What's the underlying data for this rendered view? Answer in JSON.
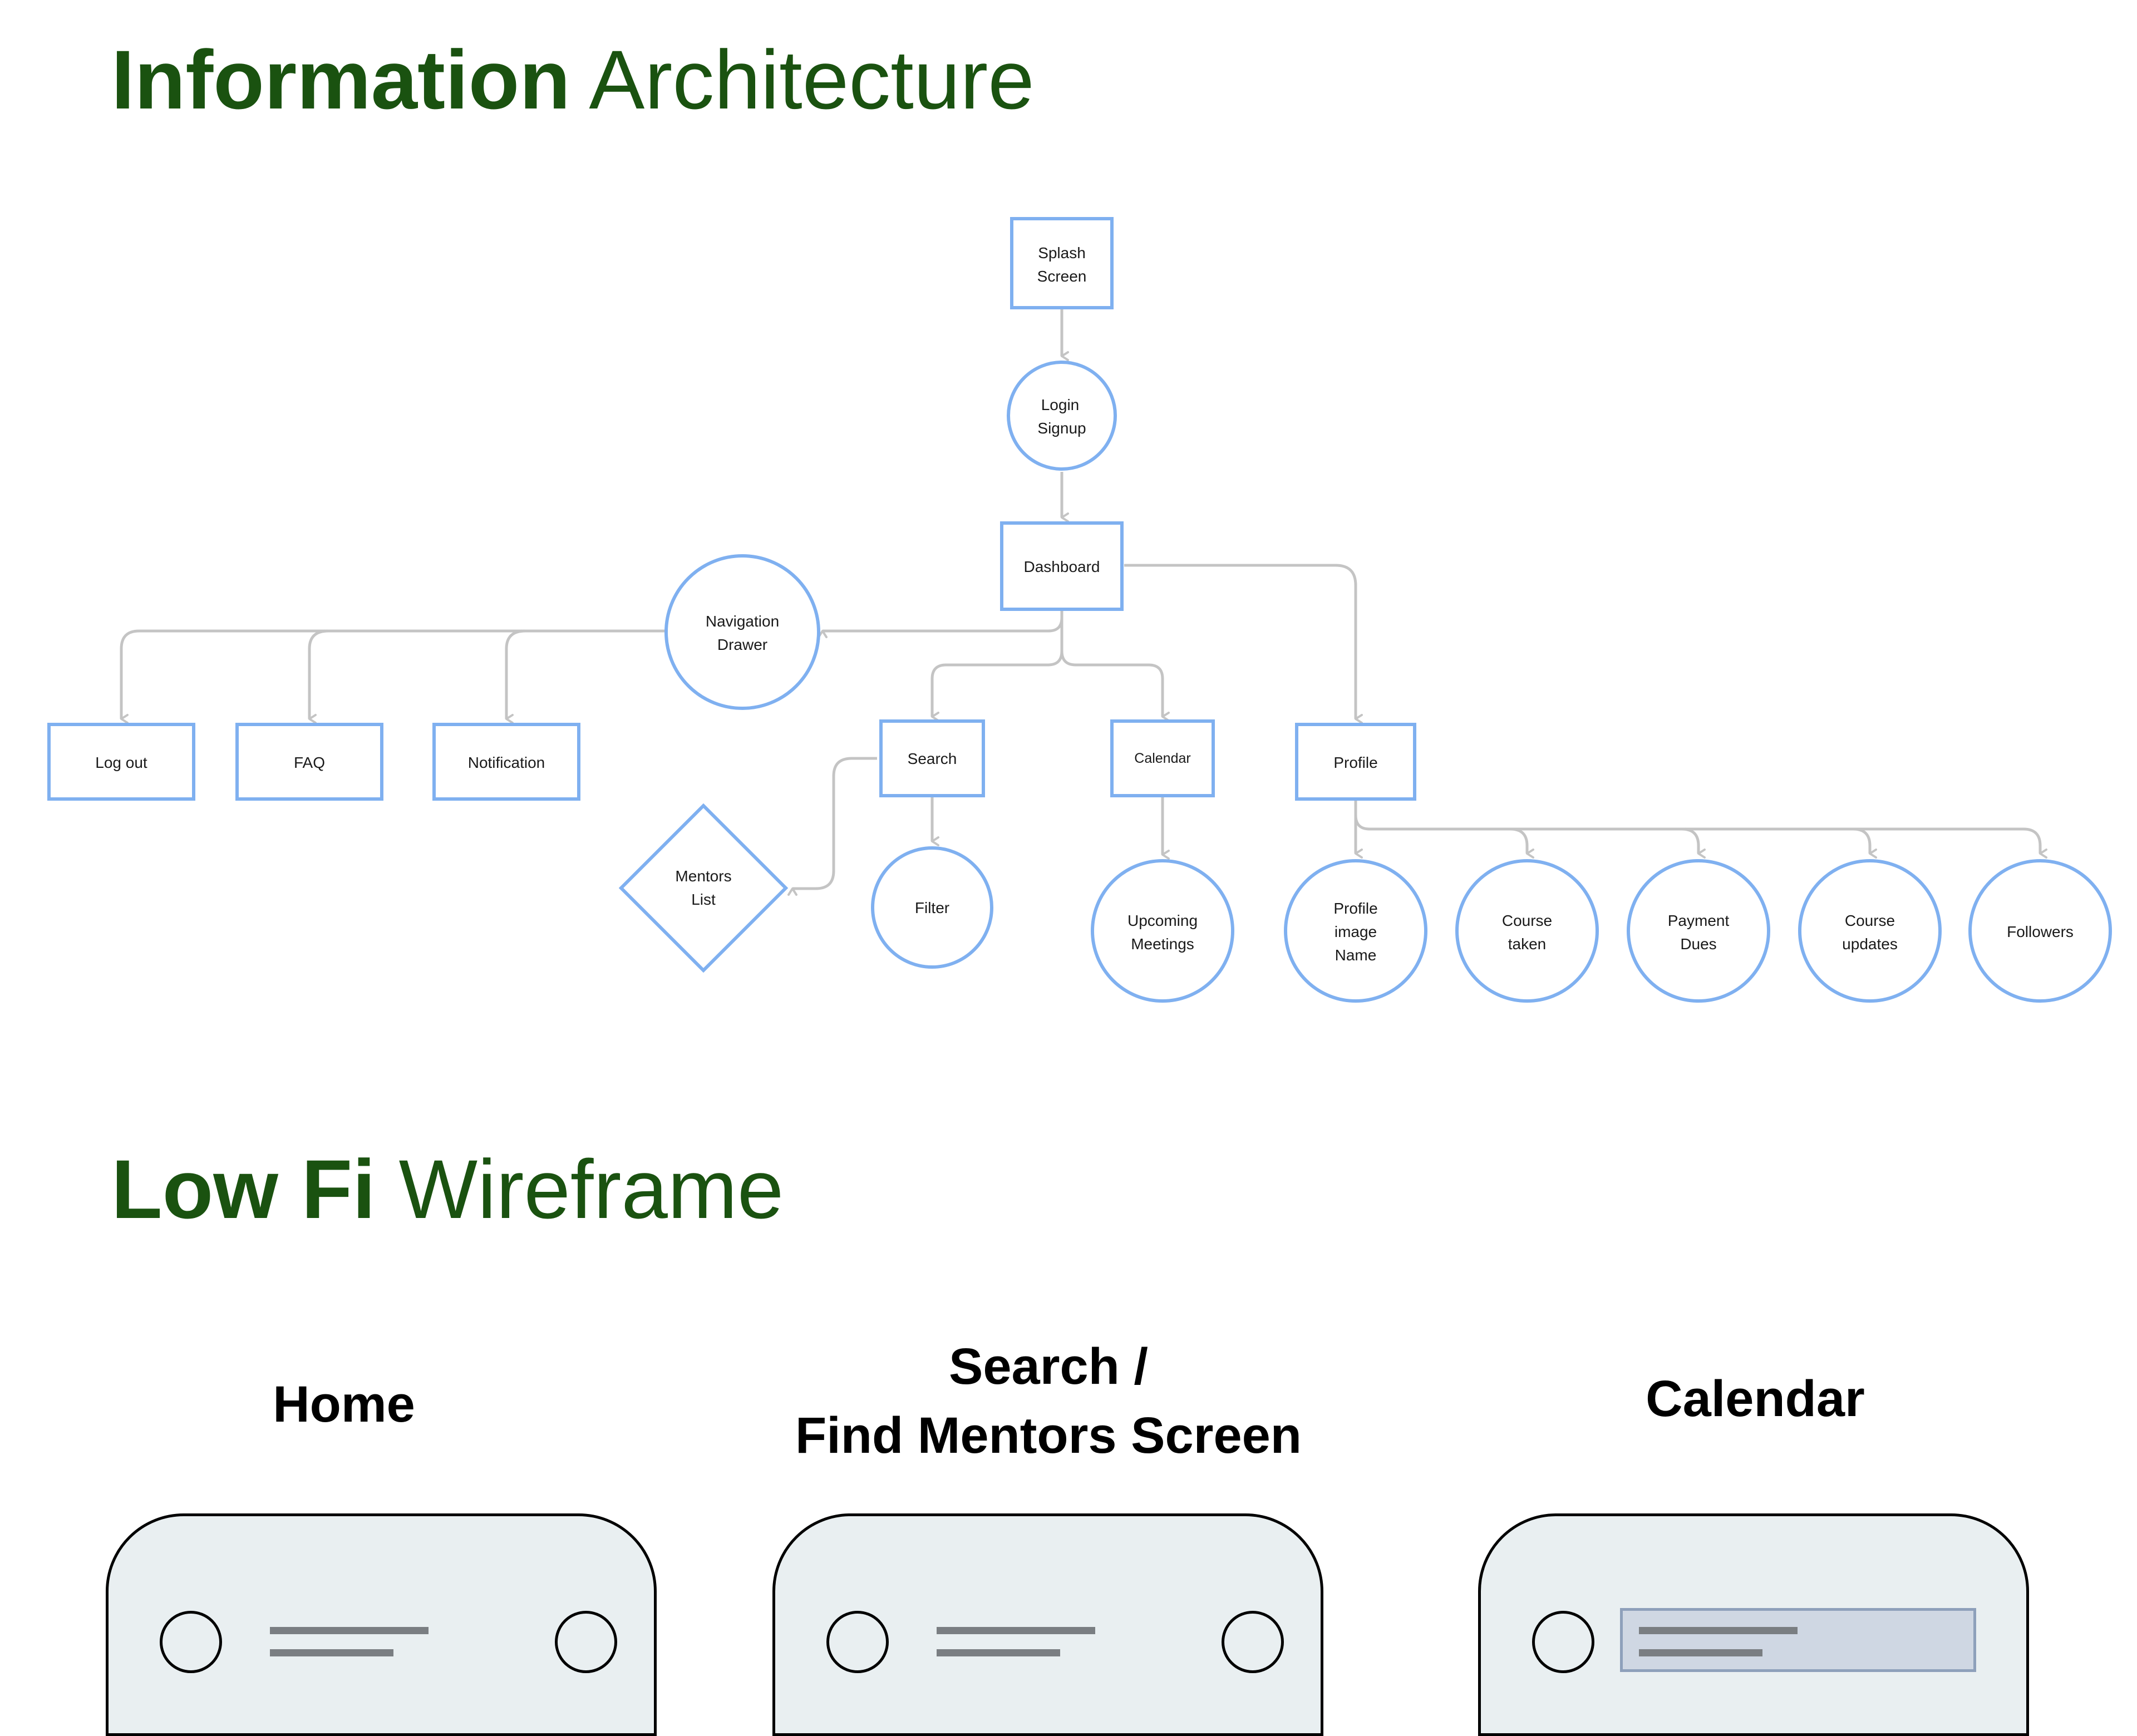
{
  "headings": {
    "ia_bold": "Information",
    "ia_rest": " Architecture",
    "lofi_bold": "Low Fi",
    "lofi_rest": " Wireframe"
  },
  "nodes": {
    "splash": [
      "Splash",
      "Screen"
    ],
    "login": [
      "Login",
      "Signup"
    ],
    "dashboard": [
      "Dashboard"
    ],
    "nav_drawer": [
      "Navigation",
      "Drawer"
    ],
    "logout": [
      "Log out"
    ],
    "faq": [
      "FAQ"
    ],
    "notification": [
      "Notification"
    ],
    "search": [
      "Search"
    ],
    "calendar": [
      "Calendar"
    ],
    "profile": [
      "Profile"
    ],
    "mentors_list": [
      "Mentors",
      "List"
    ],
    "filter": [
      "Filter"
    ],
    "upcoming_meetings": [
      "Upcoming",
      "Meetings"
    ],
    "profile_image_name": [
      "Profile",
      "image",
      "Name"
    ],
    "course_taken": [
      "Course",
      "taken"
    ],
    "payment_dues": [
      "Payment",
      "Dues"
    ],
    "course_updates": [
      "Course",
      "updates"
    ],
    "followers": [
      "Followers"
    ]
  },
  "screens": {
    "home": {
      "title": "Home"
    },
    "search": {
      "title_line1": "Search /",
      "title_line2": "Find Mentors Screen"
    },
    "calendar": {
      "title": "Calendar"
    }
  },
  "colors": {
    "heading": "#1a5210",
    "node_stroke": "#7fb0f0",
    "connector": "#c4c4c4"
  }
}
